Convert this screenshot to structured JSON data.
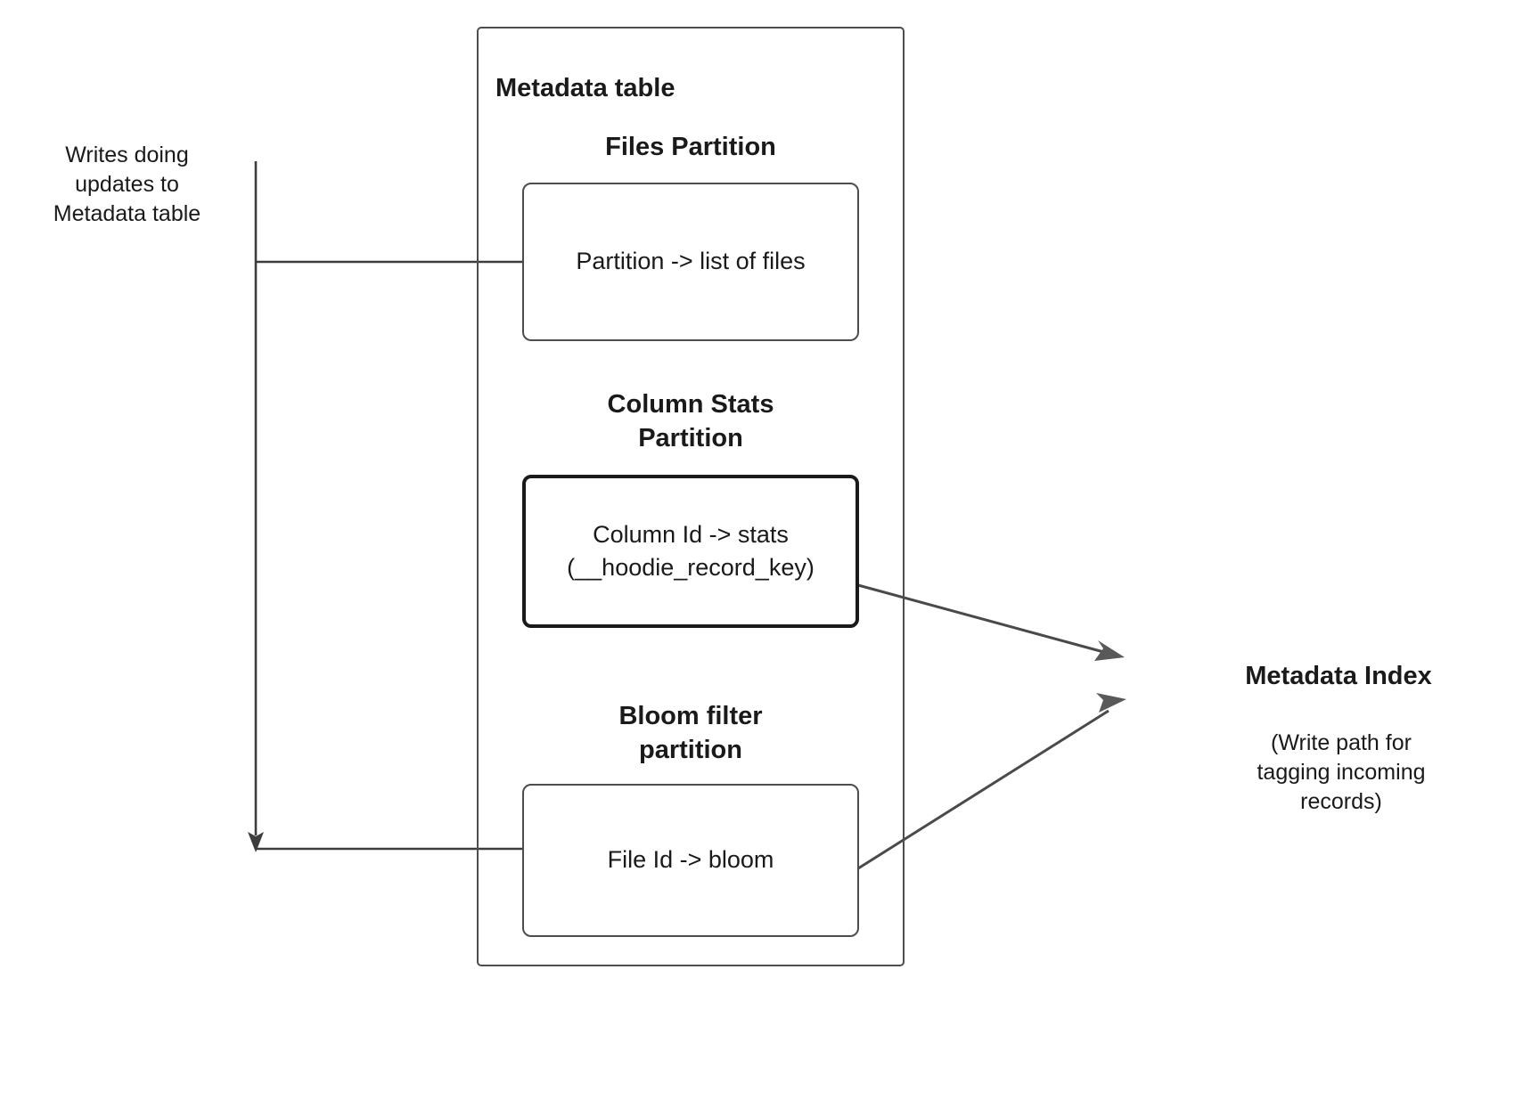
{
  "diagram": {
    "title": "Metadata table",
    "left_caption": "Writes doing\nupdates to\nMetadata table",
    "container": {
      "label": "Metadata table"
    },
    "partitions": [
      {
        "id": "files",
        "heading": "Files Partition",
        "box_text": "Partition -> list of files",
        "emphasis": false
      },
      {
        "id": "column-stats",
        "heading": "Column Stats\nPartition",
        "box_text": "Column Id  -> stats\n(__hoodie_record_key)",
        "emphasis": true
      },
      {
        "id": "bloom-filter",
        "heading": "Bloom filter\npartition",
        "box_text": "File Id -> bloom",
        "emphasis": false
      }
    ],
    "right_label": {
      "title": "Metadata Index",
      "subtitle": "(Write path for\ntagging incoming\nrecords)"
    },
    "colors": {
      "stroke": "#4d4d4d",
      "emphasis_stroke": "#1a1a1a",
      "text": "#1a1a1a",
      "arrow": "#595959",
      "background": "#ffffff"
    }
  }
}
